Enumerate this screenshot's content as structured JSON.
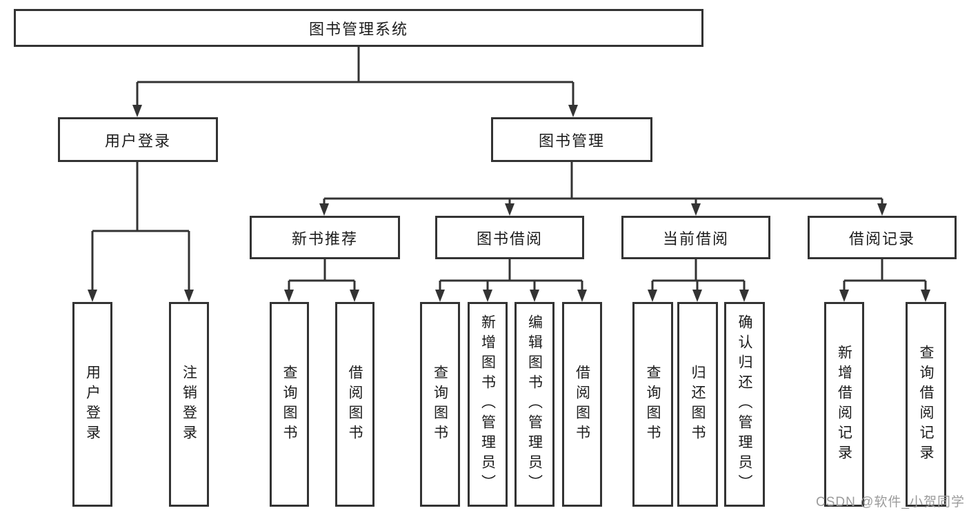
{
  "tree": {
    "label": "图书管理系统",
    "children": [
      {
        "label": "用户登录",
        "children": [
          {
            "label": "用户登录"
          },
          {
            "label": "注销登录"
          }
        ]
      },
      {
        "label": "图书管理",
        "children": [
          {
            "label": "新书推荐",
            "children": [
              {
                "label": "查询图书"
              },
              {
                "label": "借阅图书"
              }
            ]
          },
          {
            "label": "图书借阅",
            "children": [
              {
                "label": "查询图书"
              },
              {
                "label": "新增图书（管理员）"
              },
              {
                "label": "编辑图书（管理员）"
              },
              {
                "label": "借阅图书"
              }
            ]
          },
          {
            "label": "当前借阅",
            "children": [
              {
                "label": "查询图书"
              },
              {
                "label": "归还图书"
              },
              {
                "label": "确认归还（管理员）"
              }
            ]
          },
          {
            "label": "借阅记录",
            "children": [
              {
                "label": "新增借阅记录"
              },
              {
                "label": "查询借阅记录"
              }
            ]
          }
        ]
      }
    ]
  },
  "watermark": "CSDN @软件_小贺同学",
  "colors": {
    "line": "#333333",
    "text": "#1c1c1c",
    "watermark": "#9b9b9b",
    "background": "#ffffff"
  }
}
